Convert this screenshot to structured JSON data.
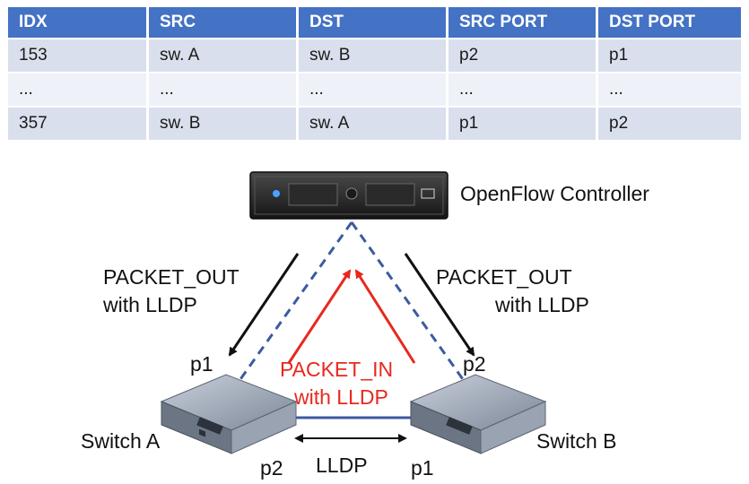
{
  "table": {
    "headers": [
      "IDX",
      "SRC",
      "DST",
      "SRC PORT",
      "DST PORT"
    ],
    "rows": [
      [
        "153",
        "sw. A",
        "sw. B",
        "p2",
        "p1"
      ],
      [
        "...",
        "...",
        "...",
        "...",
        "..."
      ],
      [
        "357",
        "sw. B",
        "sw. A",
        "p1",
        "p2"
      ]
    ]
  },
  "diagram": {
    "controller_label": "OpenFlow Controller",
    "left_arrow_label": [
      "PACKET_OUT",
      "with LLDP"
    ],
    "right_arrow_label": [
      "PACKET_OUT",
      "with LLDP"
    ],
    "packet_in_label": [
      "PACKET_IN",
      "with LLDP"
    ],
    "switch_a_label": "Switch A",
    "switch_b_label": "Switch B",
    "switch_a_port_top": "p1",
    "switch_a_port_bottom": "p2",
    "switch_b_port_top": "p2",
    "switch_b_port_bottom": "p1",
    "link_label": "LLDP"
  },
  "colors": {
    "header_blue": "#4472c4",
    "packet_in_red": "#e8281e",
    "dashed_blue": "#3b5ba0"
  }
}
